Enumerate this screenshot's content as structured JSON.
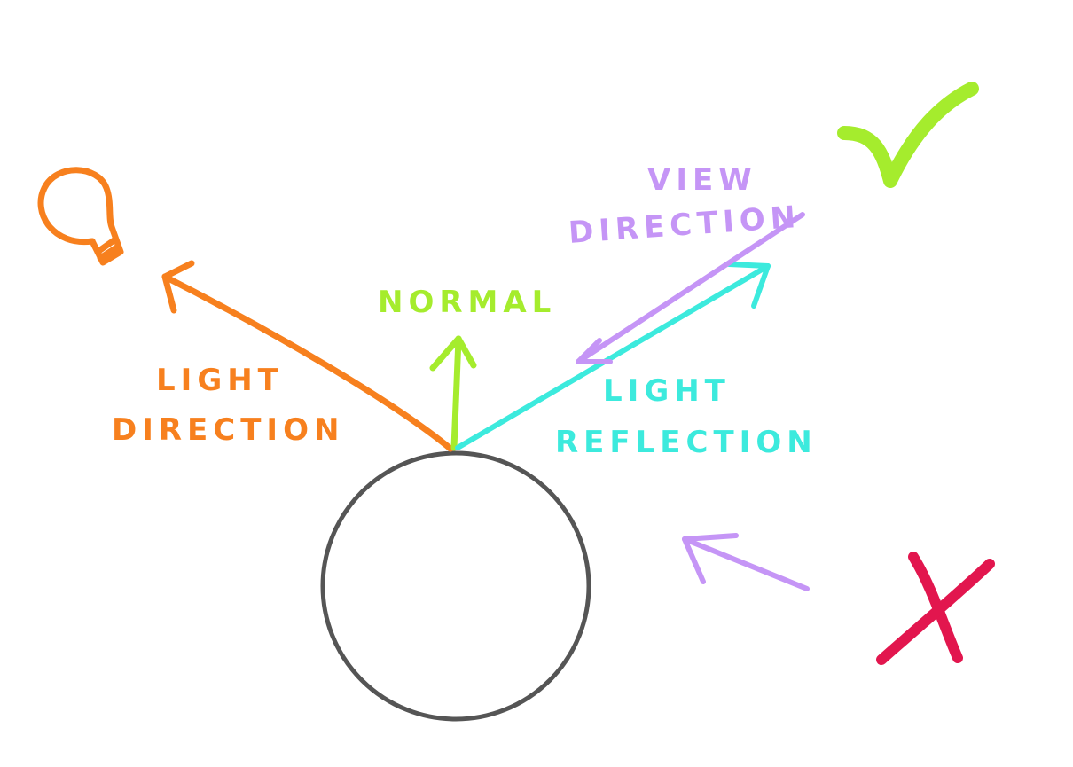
{
  "colors": {
    "light": "#f7801e",
    "normal": "#a5ec2d",
    "reflection": "#3ceadd",
    "view": "#c595f6",
    "check": "#a5ec2d",
    "cross": "#e2164e",
    "surface": "#555555"
  },
  "labels": {
    "normal": "NORMAL",
    "light_direction": [
      "LIGHT",
      "DIRECTION"
    ],
    "view_direction": [
      "VIEW",
      "DIRECTION"
    ],
    "light_reflection": [
      "LIGHT",
      "REFLECTION"
    ]
  },
  "icons": {
    "light_source": "light-bulb-icon",
    "correct": "check-mark-icon",
    "incorrect": "cross-mark-icon"
  }
}
